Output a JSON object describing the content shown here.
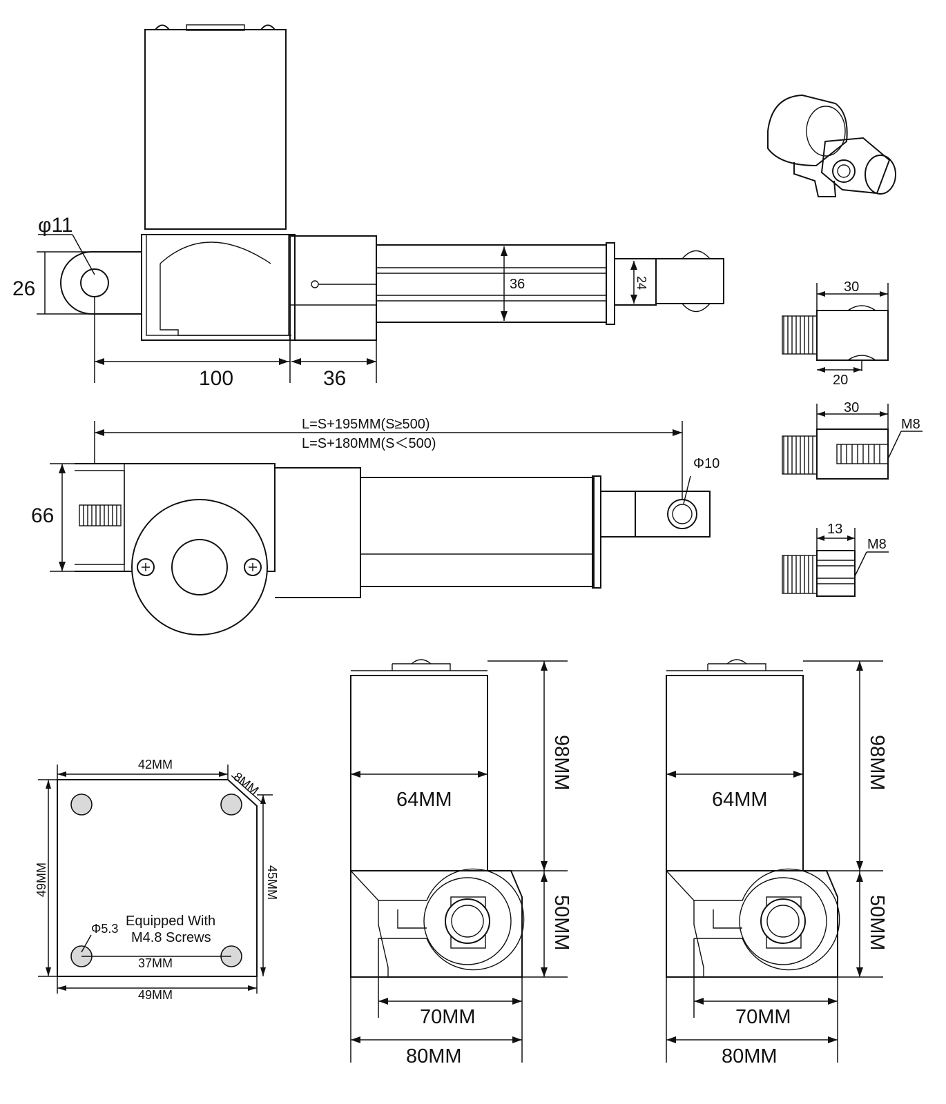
{
  "side_view": {
    "phi11": "φ11",
    "dim_26": "26",
    "dim_100": "100",
    "dim_36_bottom": "36",
    "dim_36_tube": "36",
    "dim_24": "24"
  },
  "rod_ends": {
    "end1": {
      "width": "30",
      "depth": "20"
    },
    "end2": {
      "width": "30",
      "thread": "M8"
    },
    "end3": {
      "width": "13",
      "thread": "M8"
    }
  },
  "top_view": {
    "length_formula_1": "L=S+195MM(S≥500)",
    "length_formula_2": "L=S+180MM(S＜500)",
    "dim_66": "66",
    "phi10": "Φ10"
  },
  "mount_plate": {
    "dim_42": "42MM",
    "dim_8": "8MM",
    "dim_49_left": "49MM",
    "dim_45": "45MM",
    "dim_37": "37MM",
    "dim_49_bottom": "49MM",
    "hole": "Φ5.3",
    "note_line1": "Equipped With",
    "note_line2": "M4.8 Screws"
  },
  "end_view_1": {
    "dim_64": "64MM",
    "dim_98": "98MM",
    "dim_50": "50MM",
    "dim_70": "70MM",
    "dim_80": "80MM"
  },
  "end_view_2": {
    "dim_64": "64MM",
    "dim_98": "98MM",
    "dim_50": "50MM",
    "dim_70": "70MM",
    "dim_80": "80MM"
  }
}
